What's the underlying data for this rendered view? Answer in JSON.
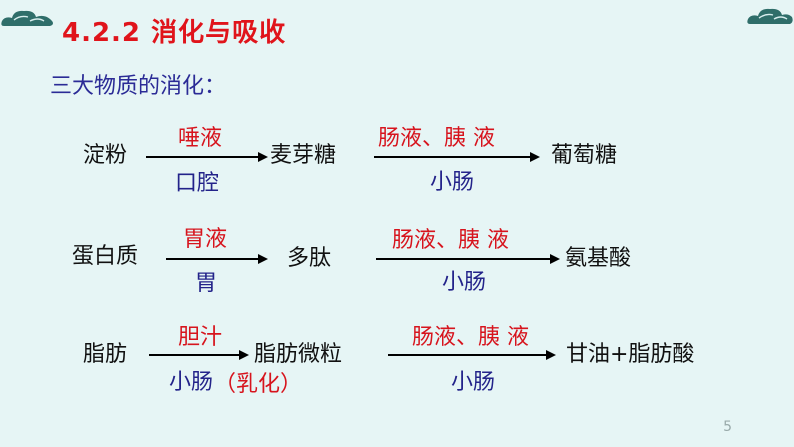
{
  "title": "4.2.2 消化与吸收",
  "subtitle": "三大物质的消化：",
  "rows": [
    {
      "source": "淀粉",
      "step1_enzyme": "唾液",
      "step1_site": "口腔",
      "intermediate": "麦芽糖",
      "step2_enzyme": "肠液、胰 液",
      "step2_site": "小肠",
      "product": "葡萄糖"
    },
    {
      "source": "蛋白质",
      "step1_enzyme": "胃液",
      "step1_site": "胃",
      "intermediate": "多肽",
      "step2_enzyme": "肠液、胰 液",
      "step2_site": "小肠",
      "product": "氨基酸"
    },
    {
      "source": "脂肪",
      "step1_enzyme": "胆汁",
      "step1_site": "小肠",
      "step1_site_note": "（乳化）",
      "intermediate": "脂肪微粒",
      "step2_enzyme": "肠液、胰 液",
      "step2_site": "小肠",
      "product": "甘油+脂肪酸"
    }
  ],
  "page_number": "5",
  "colors": {
    "background": "#e6f5f5",
    "title": "#e0141b",
    "enzyme": "#d7141d",
    "site": "#23238a",
    "cloud": "#2f6e6a"
  }
}
